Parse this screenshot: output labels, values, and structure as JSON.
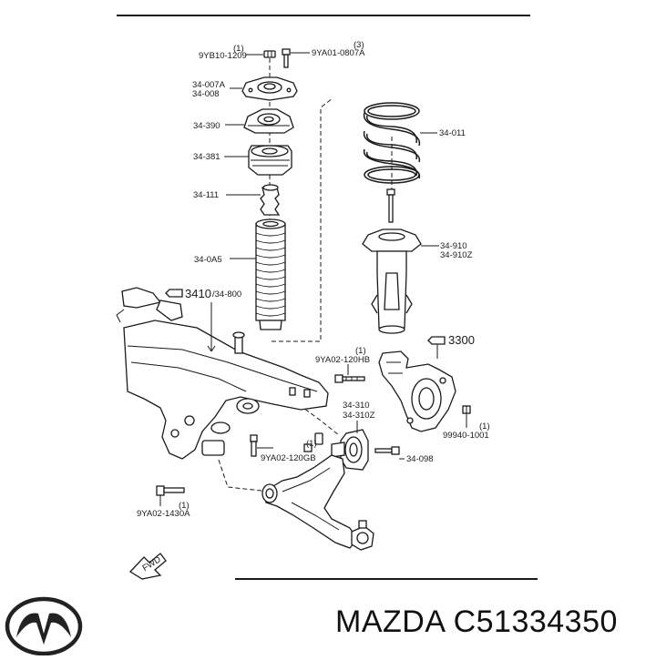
{
  "labels": {
    "l_9yb10": "9YB10-1209",
    "l_9yb10_q": "(1)",
    "l_9ya01": "9YA01-0807A",
    "l_9ya01_q": "(3)",
    "l_34007a": "34-007A",
    "l_34008": "34-008",
    "l_34390": "34-390",
    "l_34381": "34-381",
    "l_34111": "34-111",
    "l_340a5": "34-0A5",
    "l_3410": "3410",
    "l_34800": "/34-800",
    "l_34011": "34-011",
    "l_34910": "34-910",
    "l_34910z": "34-910Z",
    "l_3300": "3300",
    "l_9ya02_120hb": "9YA02-120HB",
    "l_9ya02_120hb_q": "(1)",
    "l_34310": "34-310",
    "l_34310z": "34-310Z",
    "l_99940": "99940-1001",
    "l_99940_q": "(1)",
    "l_9ya02_120gb": "9YA02-120GB",
    "l_9ya02_120gb_q": "(1)",
    "l_34098": "34-098",
    "l_9ya02_1430a": "9YA02-1430A",
    "l_9ya02_1430a_q": "(1)",
    "fwd": "FWD"
  },
  "brand": {
    "logo_icon": "mazda-logo-icon",
    "text": "MAZDA C51334350"
  }
}
